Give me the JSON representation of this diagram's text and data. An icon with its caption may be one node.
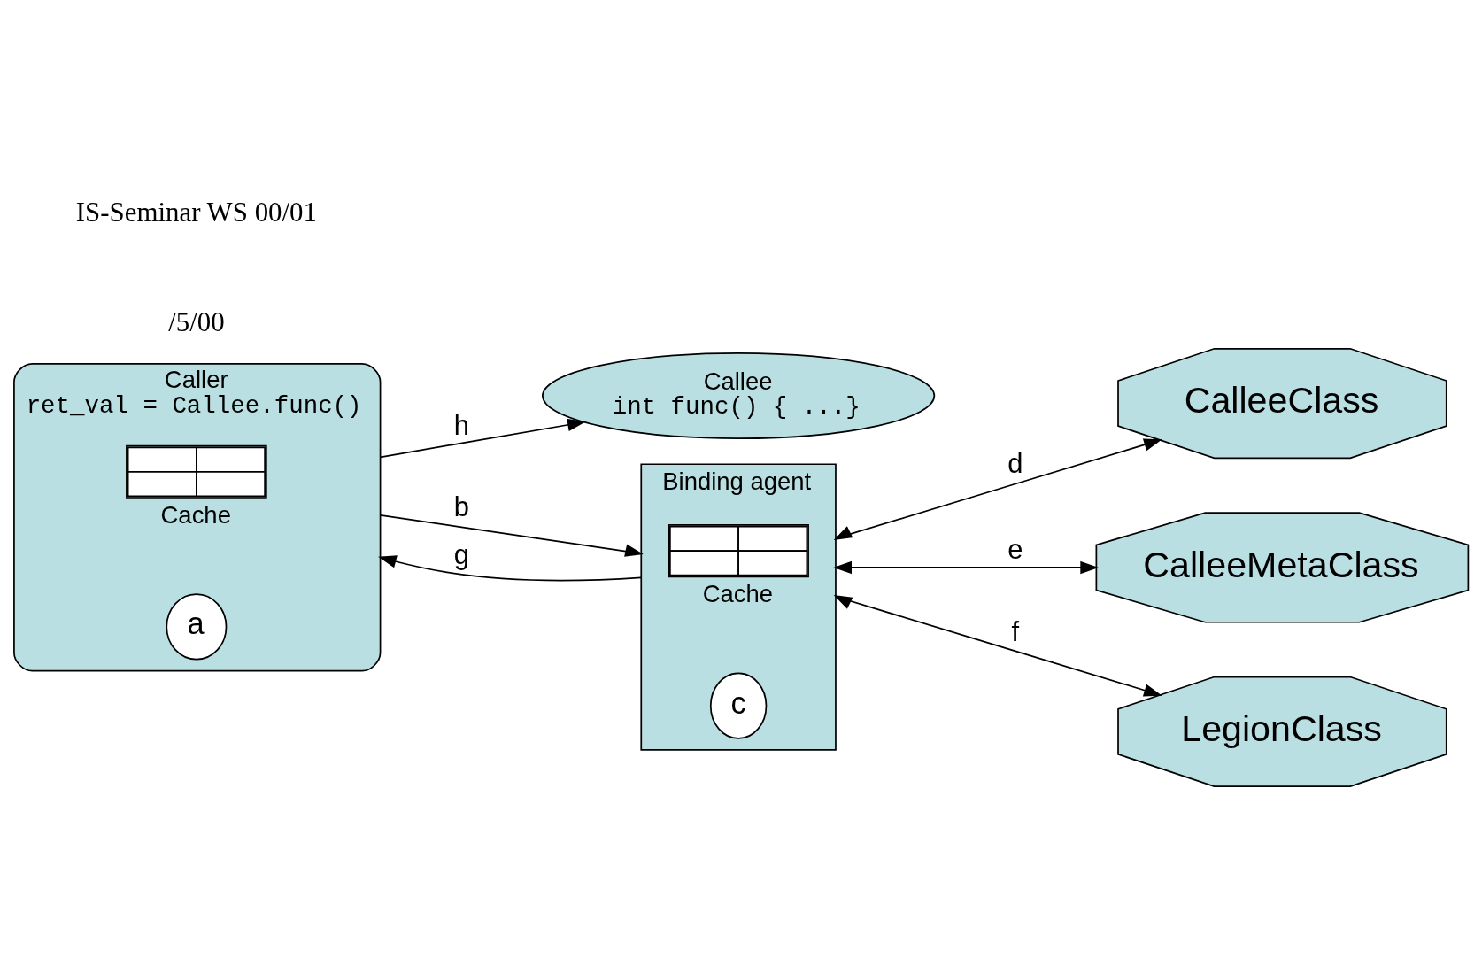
{
  "diagram": {
    "nodes": [
      {
        "text": [
          "Caller",
          "ret_val = Callee.func()"
        ]
      },
      {
        "text": [
          "Cache"
        ],
        "in": 0
      },
      {
        "text": [
          "a"
        ],
        "in": 0
      },
      {
        "text": [
          "Callee",
          "int func() { ...}"
        ]
      },
      {
        "text": [
          "Binding agent"
        ]
      },
      {
        "text": [
          "Cache"
        ],
        "in": 4
      },
      {
        "text": [
          "c"
        ],
        "in": 4
      },
      {
        "text": [
          "CalleeClass"
        ]
      },
      {
        "text": [
          "CalleeMetaClass"
        ]
      },
      {
        "text": [
          "LegionClass"
        ]
      }
    ],
    "edges": [
      {
        "from": 0,
        "to": 3,
        "arrow": "to",
        "label": "h"
      },
      {
        "from": 0,
        "to": 4,
        "arrow": "to",
        "label": "b"
      },
      {
        "from": 4,
        "to": 0,
        "arrow": "to",
        "label": "g"
      },
      {
        "from": 4,
        "to": 7,
        "arrow": "both",
        "label": "d"
      },
      {
        "from": 4,
        "to": 8,
        "arrow": "both",
        "label": "e"
      },
      {
        "from": 4,
        "to": 9,
        "arrow": "both",
        "label": "f"
      }
    ],
    "labels": [
      "/5/00",
      "IS-Seminar WS 00/01"
    ]
  }
}
